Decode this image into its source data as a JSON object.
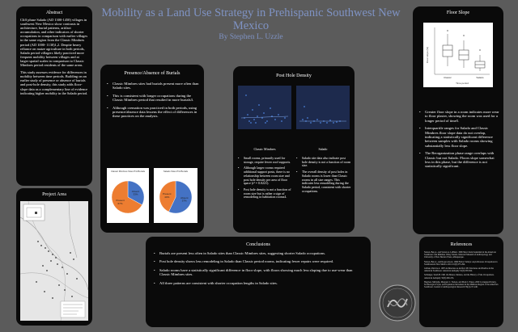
{
  "header": {
    "title": "Mobility as a Land Use Strategy in Prehispanic Southwest New Mexico",
    "author": "By Stephen L. Uzzle"
  },
  "abstract": {
    "title": "Abstract",
    "p1": "Cliff phase Salado (AD 1300-1450) villages in southwest New Mexico show contrasts in architecture, burial patterns, artifact accumulation, and other indicators of shorter occupations in comparison with earlier villages in the same region from the Classic Mimbres period (AD 1000- 1130)1,2. Despite heavy reliance on maize agriculture in both periods, Salado period villagers likely practiced more frequent mobility between villages and at larger spatial scales in comparison to Classic Mimbres period residents of the same areas.",
    "p2": "This study assesses evidence for differences in mobility between time periods. Building on an earlier study of presence or absence of burials and post-hole density, this study adds floor-slope data as a complementary line of evidence indicating higher mobility in the Salado period."
  },
  "project_area": {
    "title": "Project Area"
  },
  "burials": {
    "title": "Presence/Absence of Burials",
    "bullets": [
      "Classic Mimbres sites had burials present more often than Salado sites.",
      "This is consistent with longer occupations during the Classic Mimbres period that resulted in more burials3.",
      "Although cremation was practiced in both periods, using presence/absence data lessens the effect of differences in these practices on the analysis."
    ],
    "pie1_title": "Classic Mimbres Sites P/A Burials",
    "pie2_title": "Salado Sites P/A Burials",
    "pie1_absent_label": "Absent",
    "pie1_absent_value": "33%",
    "pie1_present_label": "Present",
    "pie1_present_value": "67%",
    "pie2_absent_label": "Absent",
    "pie2_absent_value": "57%",
    "pie2_present_label": "Present",
    "pie2_present_value": "43%"
  },
  "post_hole": {
    "title": "Post Hole Density",
    "left_caption": "Classic Mimbres",
    "right_caption": "Salado",
    "left_bullets": [
      "Small rooms, primarily used for storage, require fewer roof supports.",
      "Although larger rooms required additional support posts, there is no relationship between room size and post hole density per area of floor space (r² = 0.0221).",
      "Post hole density is not a function of room size but is rather a sign of remodeling in habitation rooms4."
    ],
    "right_bullets": [
      "Salado site data also indicate post hole density is not a function of room size.",
      "The overall density of post holes in Salado rooms is lower than Classic rooms in all size ranges. This indicates less remodeling during the Salado period, consistent with shorter occupations."
    ]
  },
  "floor_slope": {
    "title": "Floor Slope",
    "ylabel": "Floor slope (%)",
    "xlabel": "Time period",
    "cat1": "Classic",
    "cat2": "Salado",
    "bullets": [
      "Greater floor slope in a room indicates more wear to floor plaster, showing the room was used for a longer period of time5.",
      "Interquartile ranges for Salado and Classic Mimbres floor slope data do not overlap, indicating a statistically significant difference between samples with Salado rooms showing substantially less floor slope.",
      "The Reorganization phase range overlaps with Classic but not Salado. Floors slope somewhat less in this phase, but the difference is not statistically significant."
    ]
  },
  "conclusions": {
    "title": "Conclusions",
    "bullets": [
      "Burials are present less often in Salado sites than Classic Mimbres sites, suggesting shorter Salado occupations.",
      "Post hole density shows less remodeling in Salado than Classic period rooms, indicating fewer repairs were required.",
      "Salado rooms have a statistically significant difference in floor slope, with floors showing much less sloping due to use-wear than Classic Mimbres sites.",
      "All three patterns are consistent with shorter occupation lengths in Salado sites."
    ]
  },
  "references": {
    "title": "References",
    "items": [
      "Nelson, Ben A., and Steven A. LeBlanc. 1986 Short-Term Sedentism in the American Southwest: The Mimbres Valley Salado. Maxwell Museum of Anthropology and University of New Mexico Press, Albuquerque.",
      "Nelson, Ben A., and Roger Anyon. 1996 Fallow Valleys: Asynchronous Occupations in Southwestern New Mexico. Kiva 61(3):275-294.",
      "Gilman, Patricia A. 1987 Architecture as Artifact: Pit Structures and Pueblos in the American Southwest. American Antiquity 52(3):538-564.",
      "Schlanger, Sarah H. 1991 On Manos, Metates, and the History of Site Occupations. American Antiquity 56(3):460-474.",
      "Hegmon, Michelle, Margaret C. Nelson, and Mark J. Ennes. 2000 Corrugated Pottery, Technological Style, and Population Movement in the Mimbres Region of the American Southwest. Journal of Anthropological Research 56(2):217-240."
    ]
  },
  "chart_data": [
    {
      "type": "pie",
      "title": "Classic Mimbres Sites P/A Burials",
      "categories": [
        "Absent",
        "Present"
      ],
      "values": [
        33,
        67
      ],
      "colors": [
        "#4472c4",
        "#ed7d31"
      ]
    },
    {
      "type": "pie",
      "title": "Salado Sites P/A Burials",
      "categories": [
        "Absent",
        "Present"
      ],
      "values": [
        57,
        43
      ],
      "colors": [
        "#4472c4",
        "#ed7d31"
      ]
    }
  ]
}
